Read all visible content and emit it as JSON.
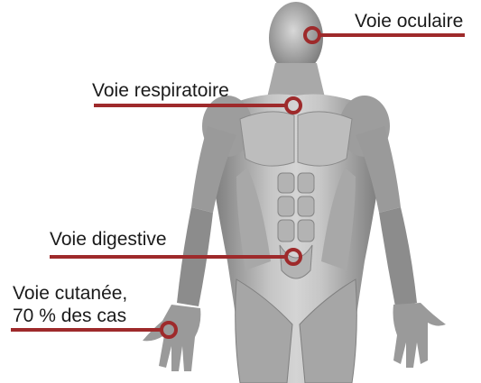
{
  "labels": {
    "ocular": "Voie oculaire",
    "respiratory": "Voie respiratoire",
    "digestive": "Voie digestive",
    "cutaneous_line1": "Voie cutanée,",
    "cutaneous_line2": "70 % des cas"
  },
  "colors": {
    "accent": "#9e2a2b",
    "muscle_light": "#c9c9c9",
    "muscle_mid": "#9c9c9c",
    "muscle_dark": "#6a6a6a",
    "text": "#1a1a1a"
  }
}
